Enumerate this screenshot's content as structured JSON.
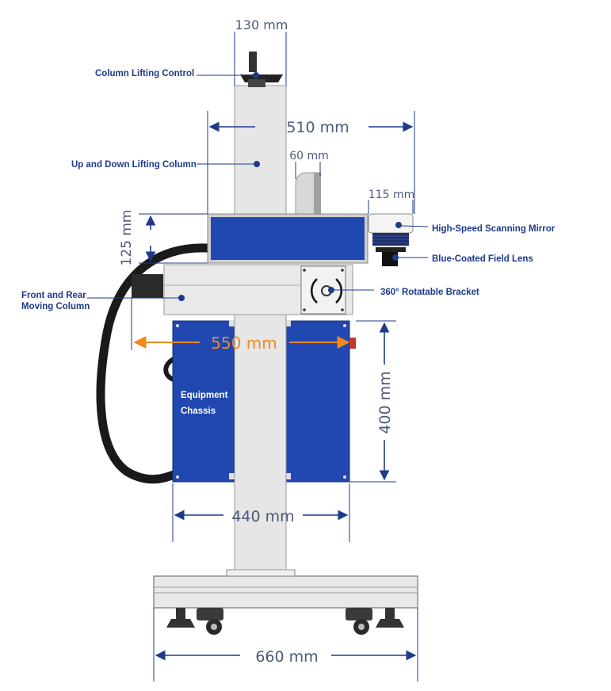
{
  "dimensions": {
    "top_width": "130 mm",
    "head_reach": "510 mm",
    "small_width": "60 mm",
    "mirror_width": "115 mm",
    "head_height": "125 mm",
    "bracket_reach": "550 mm",
    "chassis_height": "400 mm",
    "chassis_width": "440 mm",
    "base_width": "660 mm"
  },
  "labels": {
    "column_lifting_control": "Column Lifting Control",
    "up_down_column": "Up and Down Lifting Column",
    "scanning_mirror": "High-Speed Scanning Mirror",
    "field_lens": "Blue-Coated Field Lens",
    "rotatable_bracket": "360°  Rotatable Bracket",
    "moving_column_line1": "Front and Rear",
    "moving_column_line2": "Moving Column",
    "chassis_line1": "Equipment",
    "chassis_line2": "Chassis"
  },
  "colors": {
    "blue_panel": "#2147b0",
    "column_gray": "#e6e6e6",
    "dim_arrow": "#1e3a8a",
    "orange_dim": "#f08a1c",
    "cable": "#1a1a1a"
  }
}
